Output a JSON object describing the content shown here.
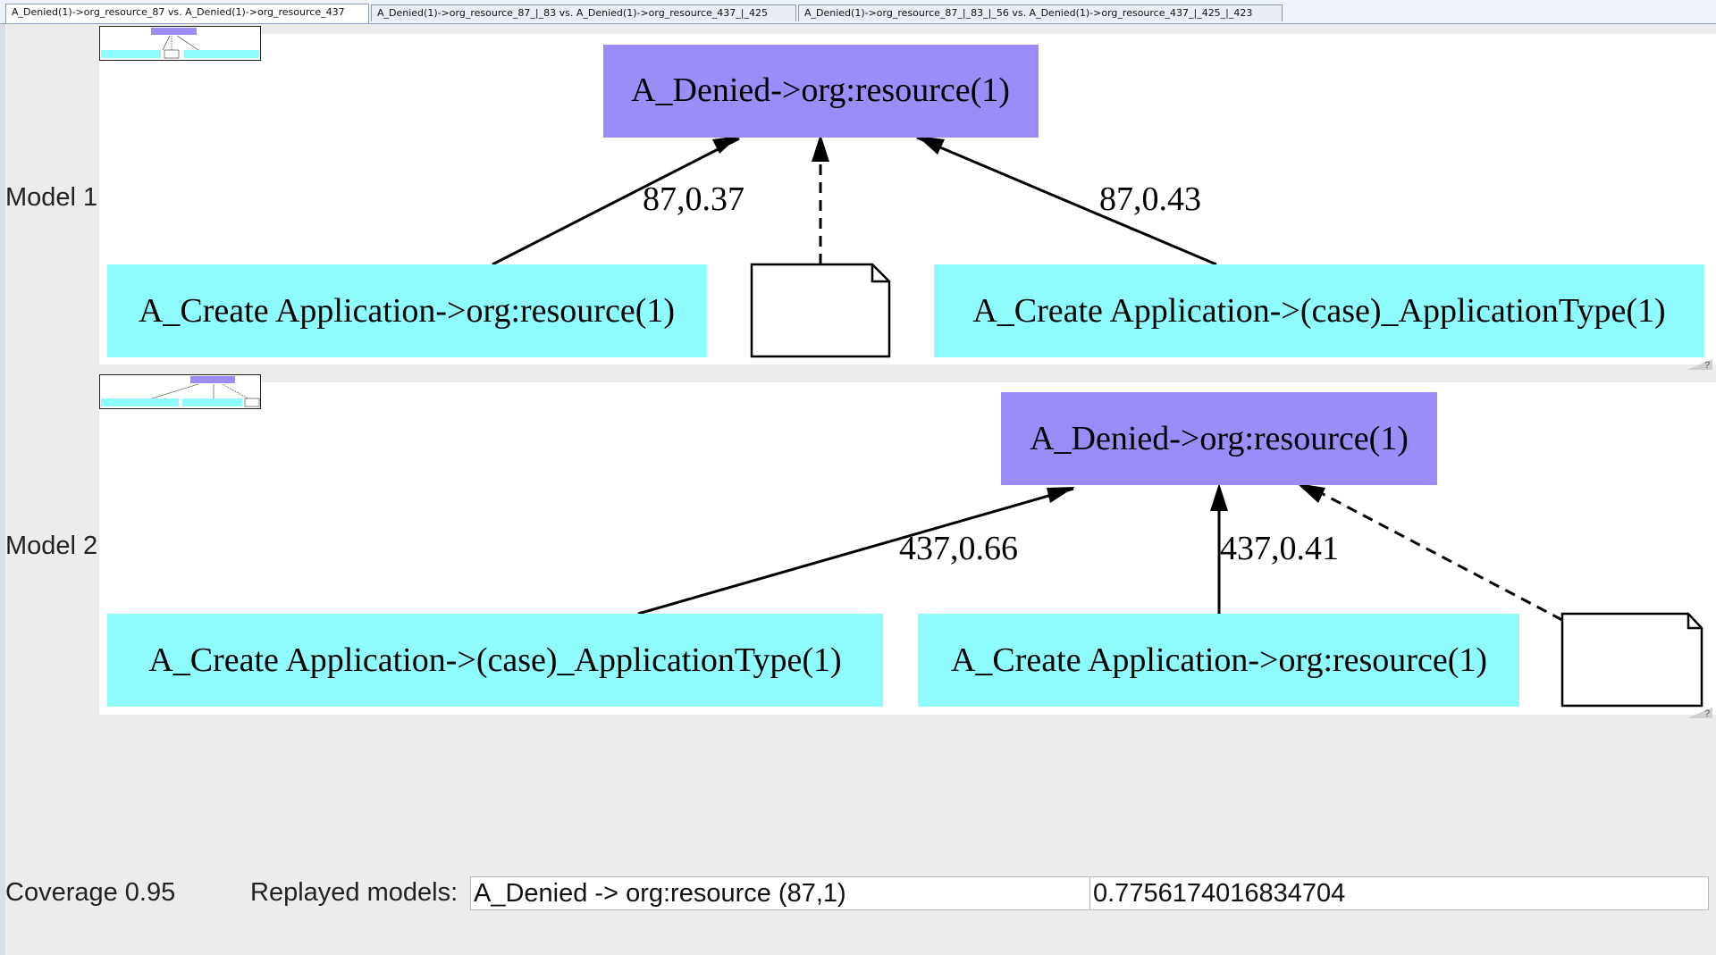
{
  "tabs": [
    {
      "label": "A_Denied(1)->org_resource_87 vs. A_Denied(1)->org_resource_437"
    },
    {
      "label": "A_Denied(1)->org_resource_87_|_83 vs. A_Denied(1)->org_resource_437_|_425"
    },
    {
      "label": "A_Denied(1)->org_resource_87_|_83_|_56 vs. A_Denied(1)->org_resource_437_|_425_|_423"
    }
  ],
  "model1": {
    "label": "Model 1",
    "target": "A_Denied->org:resource(1)",
    "left_node": "A_Create Application->org:resource(1)",
    "right_node": "A_Create Application->(case)_ApplicationType(1)",
    "edge_left_label": "87,0.37",
    "edge_right_label": "87,0.43"
  },
  "model2": {
    "label": "Model 2",
    "target": "A_Denied->org:resource(1)",
    "left_node": "A_Create Application->(case)_ApplicationType(1)",
    "mid_node": "A_Create Application->org:resource(1)",
    "edge_left_label": "437,0.66",
    "edge_mid_label": "437,0.41"
  },
  "help_glyph": "?",
  "footer": {
    "coverage": "Coverage 0.95",
    "replayed_label": "Replayed models:",
    "replayed_value": "A_Denied -> org:resource (87,1)",
    "score": "0.7756174016834704"
  },
  "colors": {
    "target_node": "#9b8df7",
    "source_node": "#8efcfd"
  }
}
